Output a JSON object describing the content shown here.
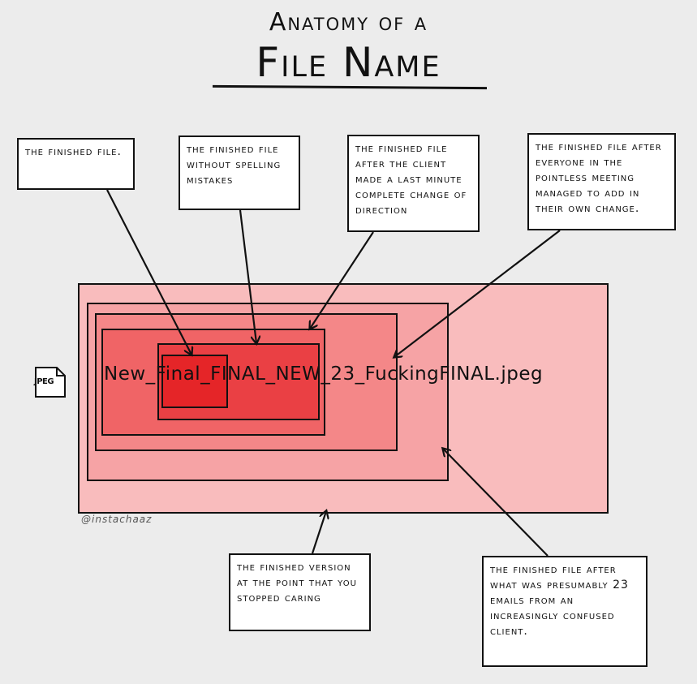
{
  "title": {
    "line1": "Anatomy of a",
    "line2": "File Name"
  },
  "filename": "New_Final_FINAL_NEW_23_FuckingFINAL.jpeg",
  "file_icon_label": "JPEG",
  "credit": "@instachaaz",
  "callouts": [
    {
      "text": "The finished file."
    },
    {
      "text": "The finished file without spelling mistakes"
    },
    {
      "text": "The finished file after the client made a last minute complete change of direction"
    },
    {
      "text": "The finished file after everyone in the pointless meeting managed to add in their own change."
    },
    {
      "text": "The finished version at the point that you stopped caring"
    },
    {
      "text": "The finished file after what was presumably 23 emails from an increasingly confused client."
    }
  ],
  "colors": {
    "background": "#ececec",
    "level1": "#f9bcbd",
    "level2": "#f6a3a5",
    "level3": "#f48788",
    "level4": "#f06466",
    "level5": "#ea4044",
    "level6": "#e52528"
  }
}
